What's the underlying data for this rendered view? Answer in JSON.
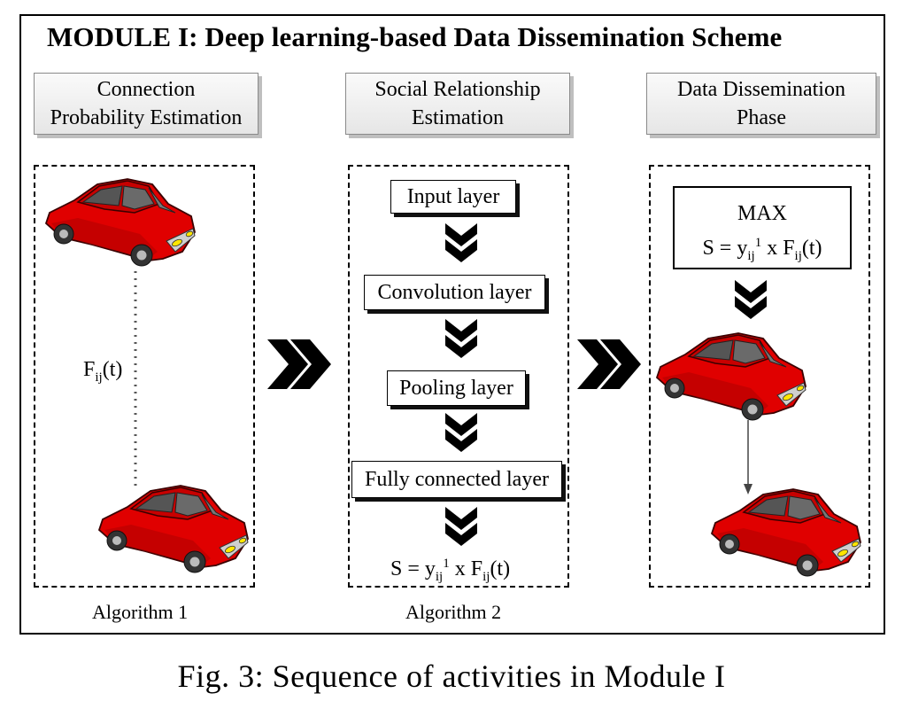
{
  "title": "MODULE I: Deep learning-based Data Dissemination Scheme",
  "headers": {
    "connection": "Connection\nProbability Estimation",
    "social": "Social Relationship\nEstimation",
    "dissemination": "Data Dissemination\nPhase"
  },
  "left_panel": {
    "edge_label_base": "F",
    "edge_label_sub": "ij",
    "edge_label_suffix": "(t)"
  },
  "layers": {
    "input": "Input layer",
    "convolution": "Convolution layer",
    "pooling": "Pooling layer",
    "fully_connected": "Fully connected layer"
  },
  "formula": {
    "prefix": "S = y",
    "y_sub": "ij",
    "y_sup": "1",
    "middle": " x F",
    "f_sub": "ij",
    "suffix": "(t)"
  },
  "max_label": "MAX",
  "algorithms": {
    "one": "Algorithm 1",
    "two": "Algorithm 2"
  },
  "caption": "Fig. 3: Sequence of activities in Module I",
  "colors": {
    "car_body": "#e00000",
    "car_dark": "#8b0000",
    "headlight": "#ffe600"
  }
}
